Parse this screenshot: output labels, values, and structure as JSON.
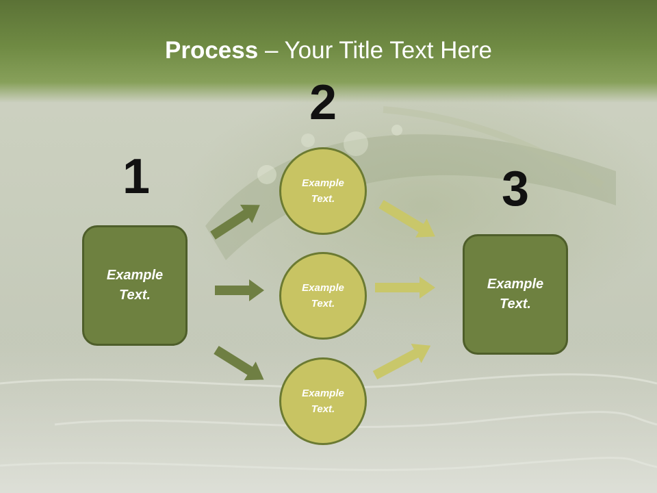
{
  "title": {
    "bold": "Process",
    "rest": " – Your Title Text Here"
  },
  "steps": {
    "n1": "1",
    "n2": "2",
    "n3": "3"
  },
  "nodes": {
    "left_box": "Example\nText.",
    "right_box": "Example\nText.",
    "circle_top": "Example\nText.",
    "circle_mid": "Example\nText.",
    "circle_bot": "Example\nText."
  },
  "colors": {
    "title_bar": "#6f8a43",
    "box_fill": "#6e8140",
    "circle_fill": "#c8c463",
    "arrow_dark": "#6f7f43",
    "arrow_light": "#c9c76a"
  }
}
